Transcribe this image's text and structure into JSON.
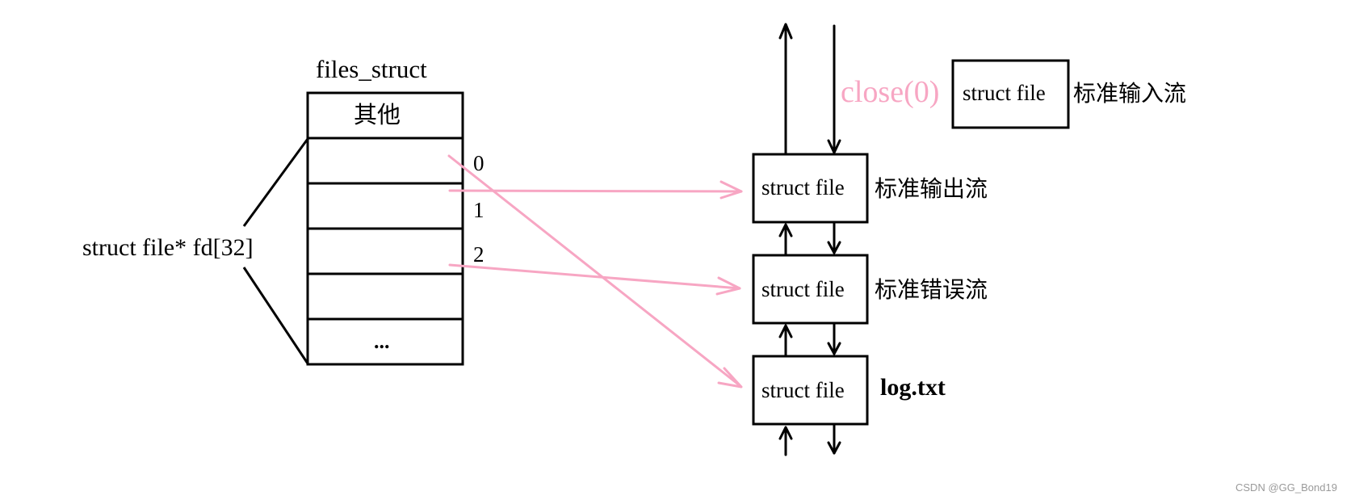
{
  "files_struct": {
    "title": "files_struct",
    "cells": [
      "其他",
      "",
      "",
      "",
      "",
      "..."
    ],
    "fd_label": "struct file* fd[32]",
    "indices": [
      "0",
      "1",
      "2"
    ]
  },
  "close_call": {
    "label": "close(0)",
    "color": "#f7a6c3"
  },
  "stdin_box": {
    "label": "struct file",
    "side": "标准输入流",
    "status": "detached"
  },
  "file_chain": [
    {
      "label": "struct file",
      "side": "标准输出流",
      "fd": 1
    },
    {
      "label": "struct file",
      "side": "标准错误流",
      "fd": 2
    },
    {
      "label": "struct file",
      "side": "log.txt",
      "fd": 0
    }
  ],
  "colors": {
    "line": "#000000",
    "pointer": "#f7a6c3"
  },
  "watermark": "CSDN @GG_Bond19"
}
